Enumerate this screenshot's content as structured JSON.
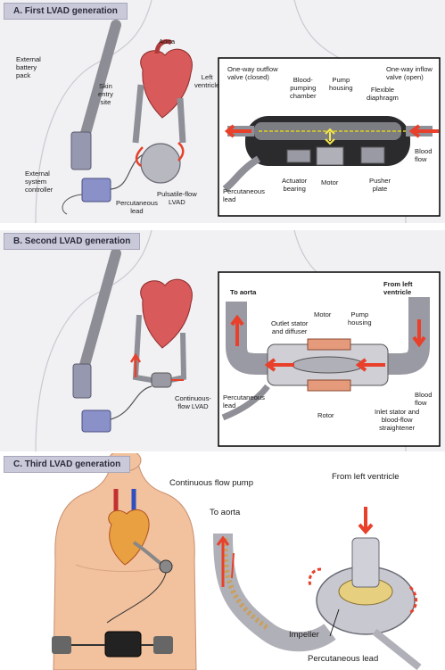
{
  "panel_a": {
    "title": "A. First LVAD generation",
    "labels": {
      "aorta": "Aorta",
      "left_ventricle": "Left\nventricle",
      "external_battery_pack": "External\nbattery\npack",
      "skin_entry_site": "Skin\nentry\nsite",
      "external_system_controller": "External\nsystem\ncontroller",
      "percutaneous_lead": "Percutaneous\nlead",
      "pulsatile_flow_lvad": "Pulsatile-flow\nLVAD",
      "one_way_outflow_valve": "One-way outflow\nvalve (closed)",
      "blood_pumping_chamber": "Blood-\npumping\nchamber",
      "pump_housing": "Pump\nhousing",
      "flexible_diaphragm": "Flexible\ndiaphragm",
      "one_way_inflow_valve": "One-way inflow\nvalve (open)",
      "blood_flow": "Blood\nflow",
      "percutaneous_lead_detail": "Percutaneous\nlead",
      "actuator_bearing": "Actuator\nbearing",
      "motor": "Motor",
      "pusher_plate": "Pusher\nplate"
    }
  },
  "panel_b": {
    "title": "B. Second LVAD generation",
    "labels": {
      "continuous_flow_lvad": "Continuous-\nflow LVAD",
      "to_aorta": "To aorta",
      "from_left_ventricle": "From left\nventricle",
      "motor": "Motor",
      "pump_housing": "Pump\nhousing",
      "outlet_stator": "Outlet stator\nand diffuser",
      "percutaneous_lead": "Percutaneous\nlead",
      "rotor": "Rotor",
      "inlet_stator": "Inlet stator and\nblood-flow\nstraightener",
      "blood_flow": "Blood\nflow"
    }
  },
  "panel_c": {
    "title": "C. Third LVAD generation",
    "labels": {
      "continuous_flow_pump": "Continuous flow pump",
      "from_left_ventricle": "From left ventricle",
      "to_aorta": "To aorta",
      "impeller": "Impeller",
      "percutaneous_lead": "Percutaneous lead"
    }
  },
  "colors": {
    "panel_bg": "#f1f1f4",
    "title_tab": "#c9c9d9",
    "heart": "#d85a5a",
    "flow_arrow": "#e8402a",
    "device_metal": "#a8a8b0",
    "motor": "#e59a7c",
    "skin": "#f2c19e",
    "controller": "#8a90c8",
    "inflow": "#e8402a"
  }
}
